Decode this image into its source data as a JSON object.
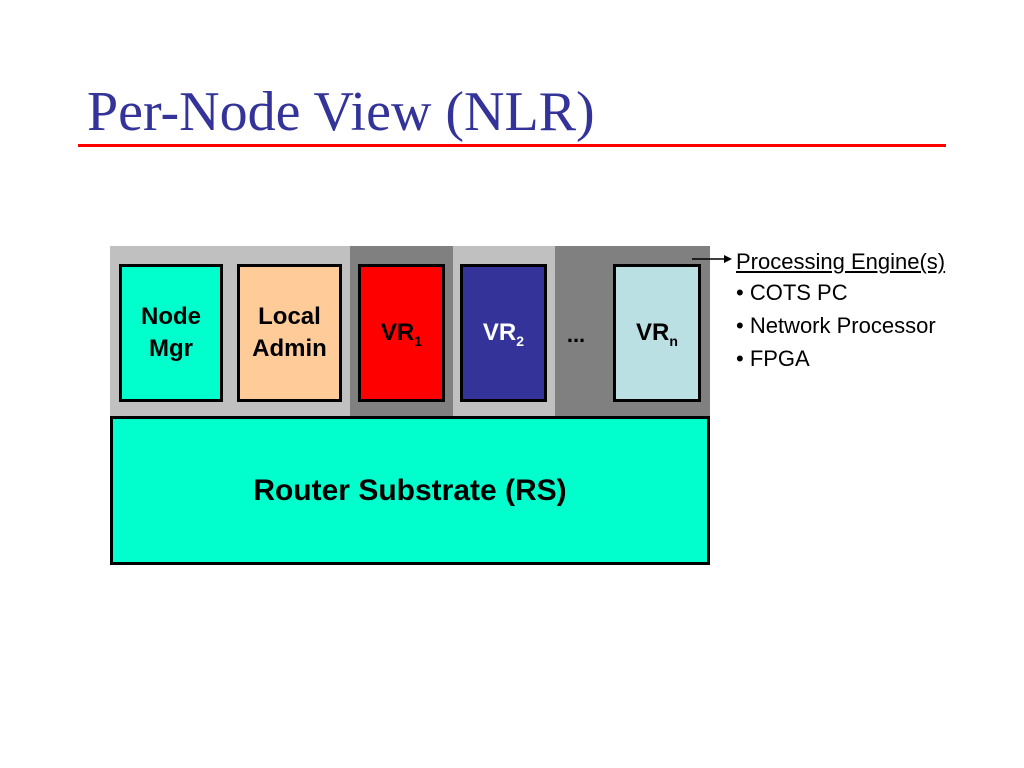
{
  "title": "Per-Node View (NLR)",
  "slots": [
    {
      "lines": [
        "Node",
        "Mgr"
      ],
      "fill": "#00ffcc"
    },
    {
      "lines": [
        "Local",
        "Admin"
      ],
      "fill": "#ffcc99"
    },
    {
      "base": "VR",
      "sub": "1",
      "fill": "#ff0000"
    },
    {
      "base": "VR",
      "sub": "2",
      "fill": "#333399"
    },
    {
      "ellipsis": "..."
    },
    {
      "base": "VR",
      "sub": "n",
      "fill": "#bbe0e3"
    }
  ],
  "substrate": {
    "label": "Router Substrate (RS)",
    "fill": "#00ffcc"
  },
  "processing_engines": {
    "heading": "Processing Engine(s)",
    "items": [
      "• COTS PC",
      "• Network Processor",
      "• FPGA"
    ]
  },
  "colors": {
    "title": "#333399",
    "title_rule": "#ff0000",
    "slot_light": "#c0c0c0",
    "slot_dark": "#808080"
  }
}
